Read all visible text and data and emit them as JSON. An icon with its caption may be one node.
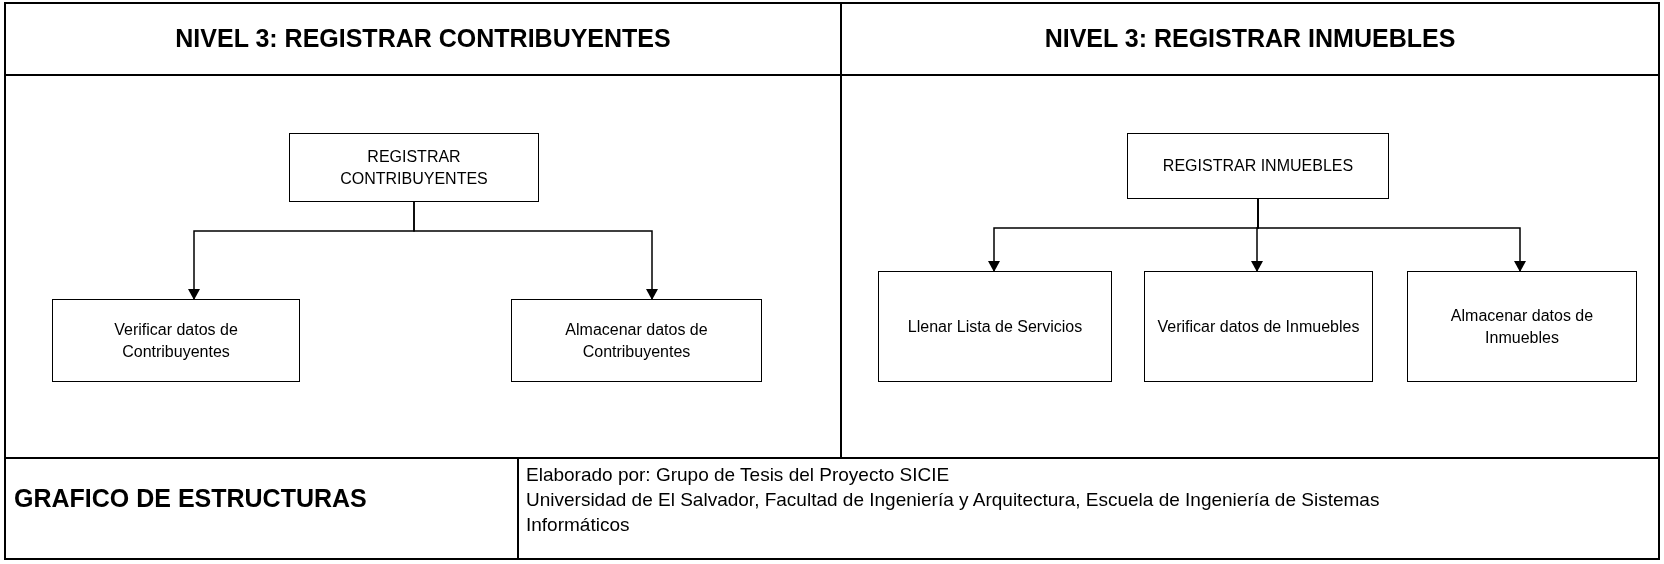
{
  "diagram": {
    "nodes": [
      {
        "text": [
          "REGISTRAR CONTRIBUYENTES"
        ]
      },
      {
        "text": [
          "Verificar datos de Contribuyentes"
        ]
      },
      {
        "text": [
          "Almacenar datos de Contribuyentes"
        ]
      },
      {
        "text": [
          "REGISTRAR INMUEBLES"
        ]
      },
      {
        "text": [
          "Llenar Lista de Servicios"
        ]
      },
      {
        "text": [
          "Verificar datos de Inmuebles"
        ]
      },
      {
        "text": [
          "Almacenar datos de Inmuebles"
        ]
      }
    ],
    "edges": [
      {
        "from": 0,
        "to": 1,
        "arrow": "to"
      },
      {
        "from": 0,
        "to": 2,
        "arrow": "to"
      },
      {
        "from": 3,
        "to": 4,
        "arrow": "to"
      },
      {
        "from": 3,
        "to": 5,
        "arrow": "to"
      },
      {
        "from": 3,
        "to": 6,
        "arrow": "to"
      }
    ],
    "labels": [
      "NIVEL 3: REGISTRAR CONTRIBUYENTES",
      "NIVEL 3: REGISTRAR INMUEBLES",
      "GRAFICO DE ESTRUCTURAS",
      "Elaborado por: Grupo de Tesis del Proyecto SICIE",
      "Universidad de El Salvador, Facultad de Ingeniería y Arquitectura, Escuela de Ingeniería de Sistemas Informáticos"
    ]
  }
}
